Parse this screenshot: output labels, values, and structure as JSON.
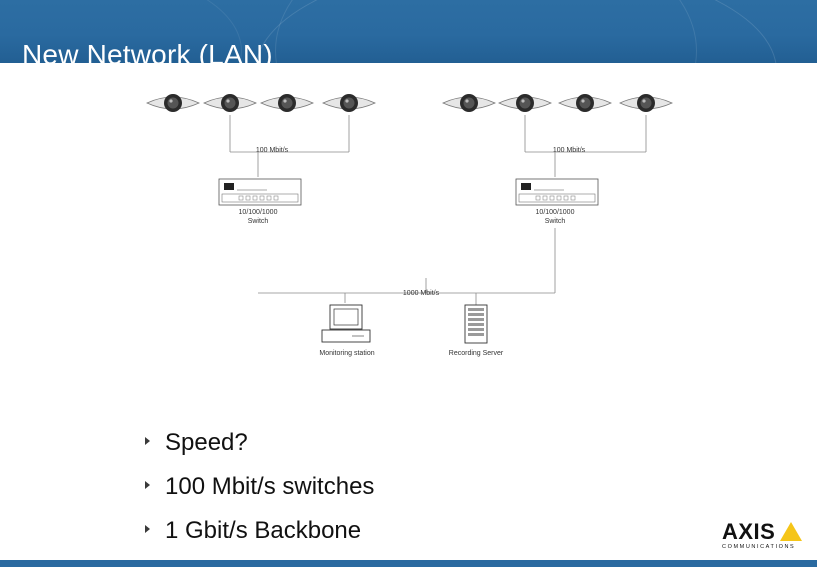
{
  "title": "New Network (LAN)",
  "diagram": {
    "left_uplink_label": "100 Mbit/s",
    "right_uplink_label": "100 Mbit/s",
    "left_switch_label_line1": "10/100/1000",
    "left_switch_label_line2": "Switch",
    "right_switch_label_line1": "10/100/1000",
    "right_switch_label_line2": "Switch",
    "backbone_label": "1000 Mbit/s",
    "monitoring_station_label": "Monitoring station",
    "recording_server_label": "Recording Server"
  },
  "bullets": [
    "Speed?",
    "100 Mbit/s switches",
    "1 Gbit/s Backbone"
  ],
  "logo": {
    "word": "AXIS",
    "sub": "COMMUNICATIONS"
  },
  "colors": {
    "header_blue": "#2a6aa0",
    "logo_yellow": "#f5c518"
  }
}
